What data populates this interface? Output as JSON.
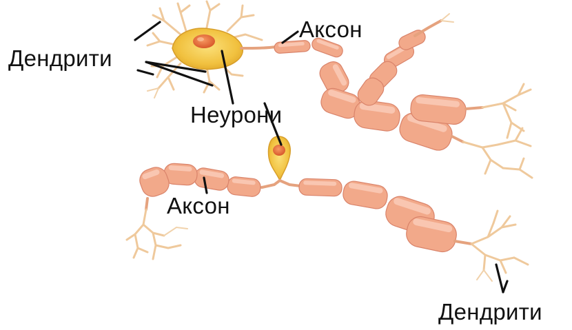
{
  "labels": {
    "dendrites_top": "Дендрити",
    "axon_top": "Аксон",
    "neurons": "Неурони",
    "axon_bottom": "Аксон",
    "dendrites_bottom": "Дендрити"
  },
  "colors": {
    "cell_body": "#f4c54a",
    "nucleus": "#e86f3c",
    "myelin": "#f2a98a",
    "dendrite": "#efc99c",
    "leader_line": "#111111"
  }
}
